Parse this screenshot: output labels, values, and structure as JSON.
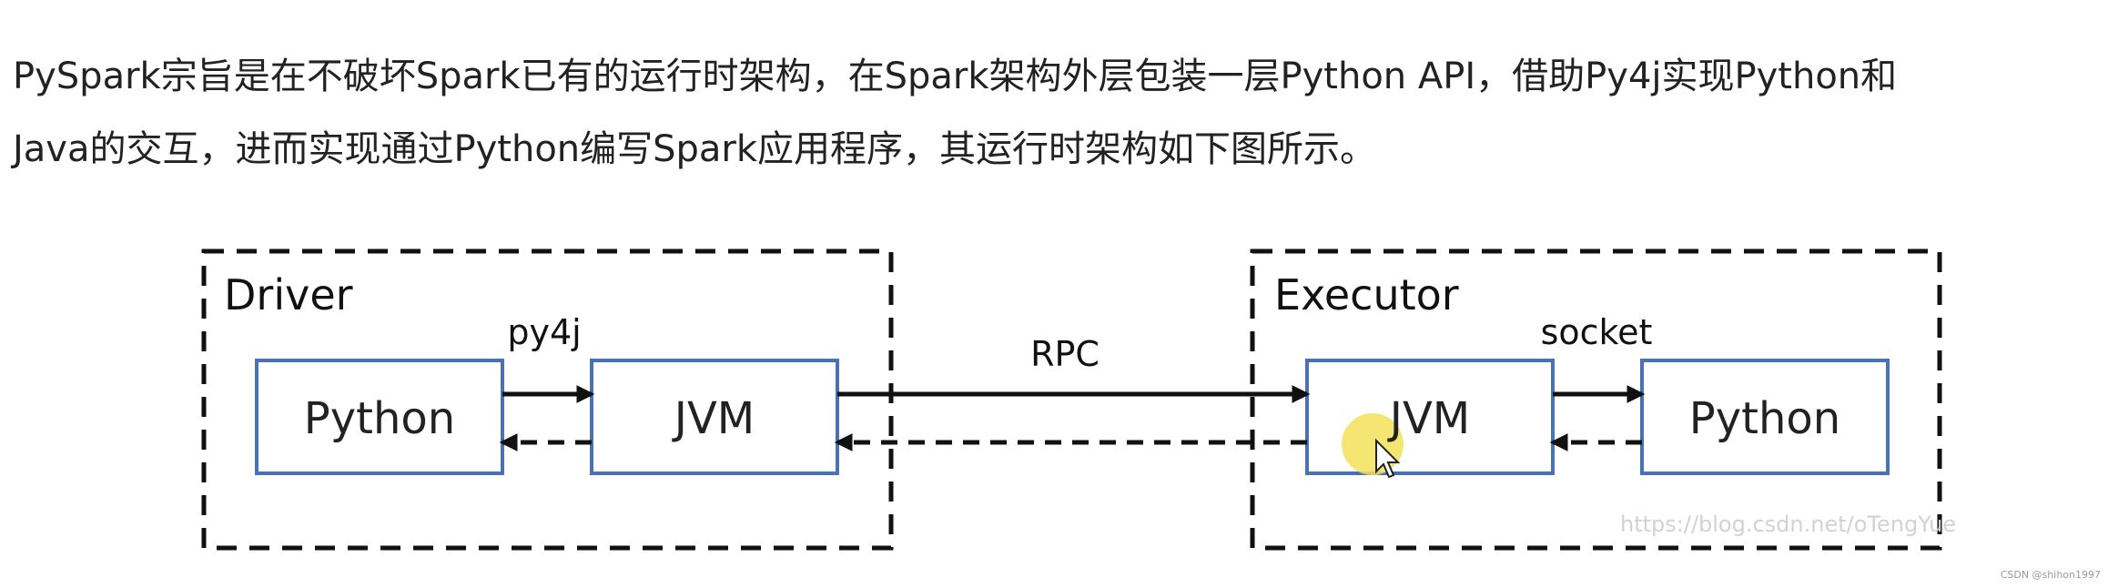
{
  "paragraph": {
    "line1": "PySpark宗旨是在不破坏Spark已有的运行时架构，在Spark架构外层包装一层Python API，借助Py4j实现Python和",
    "line2": "Java的交互，进而实现通过Python编写Spark应用程序，其运行时架构如下图所示。"
  },
  "diagram": {
    "driver": {
      "title": "Driver",
      "python_box": "Python",
      "jvm_box": "JVM",
      "link_label": "py4j"
    },
    "rpc_label": "RPC",
    "executor": {
      "title": "Executor",
      "jvm_box": "JVM",
      "python_box": "Python",
      "link_label": "socket"
    },
    "colors": {
      "box_border": "#4a72b0",
      "dashed_border": "#111111",
      "arrow": "#111111",
      "cursor_highlight": "#f3e05a"
    }
  },
  "watermark": "https://blog.csdn.net/oTengYue",
  "csdn_mark": "CSDN @shihon1997"
}
